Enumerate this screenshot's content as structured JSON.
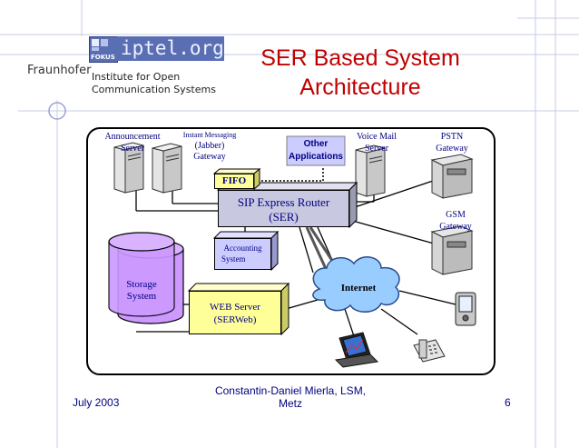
{
  "header": {
    "logo_fokus": "FOKUS",
    "logo_iptel": "iptel.org",
    "org_name": "Fraunhofer",
    "org_line1": "Institute for Open",
    "org_line2": "Communication Systems",
    "title_line1": "SER Based System",
    "title_line2": "Architecture"
  },
  "diagram": {
    "announcement_l1": "Announcement",
    "announcement_l2": "Server",
    "im_l1": "Instant Messaging",
    "im_l2": "(Jabber)",
    "im_l3": "Gateway",
    "other_l1": "Other",
    "other_l2": "Applications",
    "voicemail_l1": "Voice Mail",
    "voicemail_l2": "Server",
    "pstn_l1": "PSTN",
    "pstn_l2": "Gateway",
    "gsm_l1": "GSM",
    "gsm_l2": "Gateway",
    "fifo": "FIFO",
    "ser_l1": "SIP Express Router",
    "ser_l2": "(SER)",
    "accounting_l1": "Accounting",
    "accounting_l2": "System",
    "storage_l1": "Storage",
    "storage_l2": "System",
    "web_l1": "WEB Server",
    "web_l2": "(SERWeb)",
    "internet": "Internet"
  },
  "footer": {
    "date": "July 2003",
    "author_l1": "Constantin-Daniel Mierla, LSM,",
    "author_l2": "Metz",
    "page": "6"
  },
  "colors": {
    "title": "#c00000",
    "label": "#000080",
    "box_fill": "#ccccff",
    "ser_fill": "#c8c8e0",
    "fifo_fill": "#ffff99",
    "web_fill": "#ffff99",
    "storage_fill": "#cc99ff",
    "internet_fill": "#99ccff",
    "grid": "#c6cbe6"
  }
}
